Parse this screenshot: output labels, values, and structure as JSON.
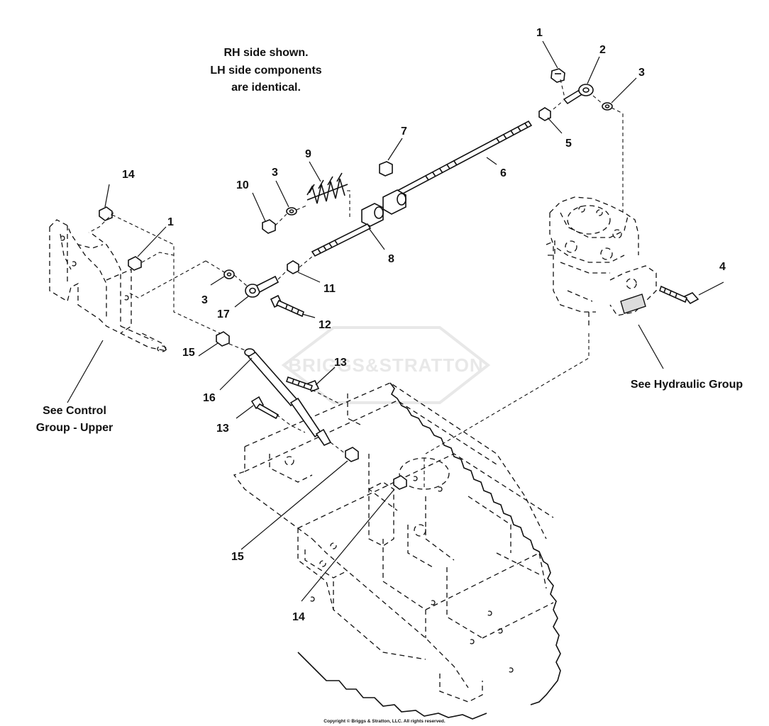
{
  "notes": {
    "side_line1": "RH side shown.",
    "side_line2": "LH side components",
    "side_line3": "are identical.",
    "hydraulic": "See Hydraulic Group",
    "control_line1": "See Control",
    "control_line2": "Group - Upper"
  },
  "callouts": [
    {
      "id": "c1a",
      "text": "1"
    },
    {
      "id": "c2",
      "text": "2"
    },
    {
      "id": "c3a",
      "text": "3"
    },
    {
      "id": "c4",
      "text": "4"
    },
    {
      "id": "c5",
      "text": "5"
    },
    {
      "id": "c6",
      "text": "6"
    },
    {
      "id": "c7",
      "text": "7"
    },
    {
      "id": "c8",
      "text": "8"
    },
    {
      "id": "c9",
      "text": "9"
    },
    {
      "id": "c10",
      "text": "10"
    },
    {
      "id": "c3b",
      "text": "3"
    },
    {
      "id": "c14a",
      "text": "14"
    },
    {
      "id": "c1b",
      "text": "1"
    },
    {
      "id": "c3c",
      "text": "3"
    },
    {
      "id": "c11",
      "text": "11"
    },
    {
      "id": "c17",
      "text": "17"
    },
    {
      "id": "c12",
      "text": "12"
    },
    {
      "id": "c13a",
      "text": "13"
    },
    {
      "id": "c15a",
      "text": "15"
    },
    {
      "id": "c16",
      "text": "16"
    },
    {
      "id": "c13b",
      "text": "13"
    },
    {
      "id": "c15b",
      "text": "15"
    },
    {
      "id": "c14b",
      "text": "14"
    }
  ],
  "watermark": "BRIGGS&STRATTON",
  "copyright": "Copyright © Briggs & Stratton, LLC. All rights reserved."
}
